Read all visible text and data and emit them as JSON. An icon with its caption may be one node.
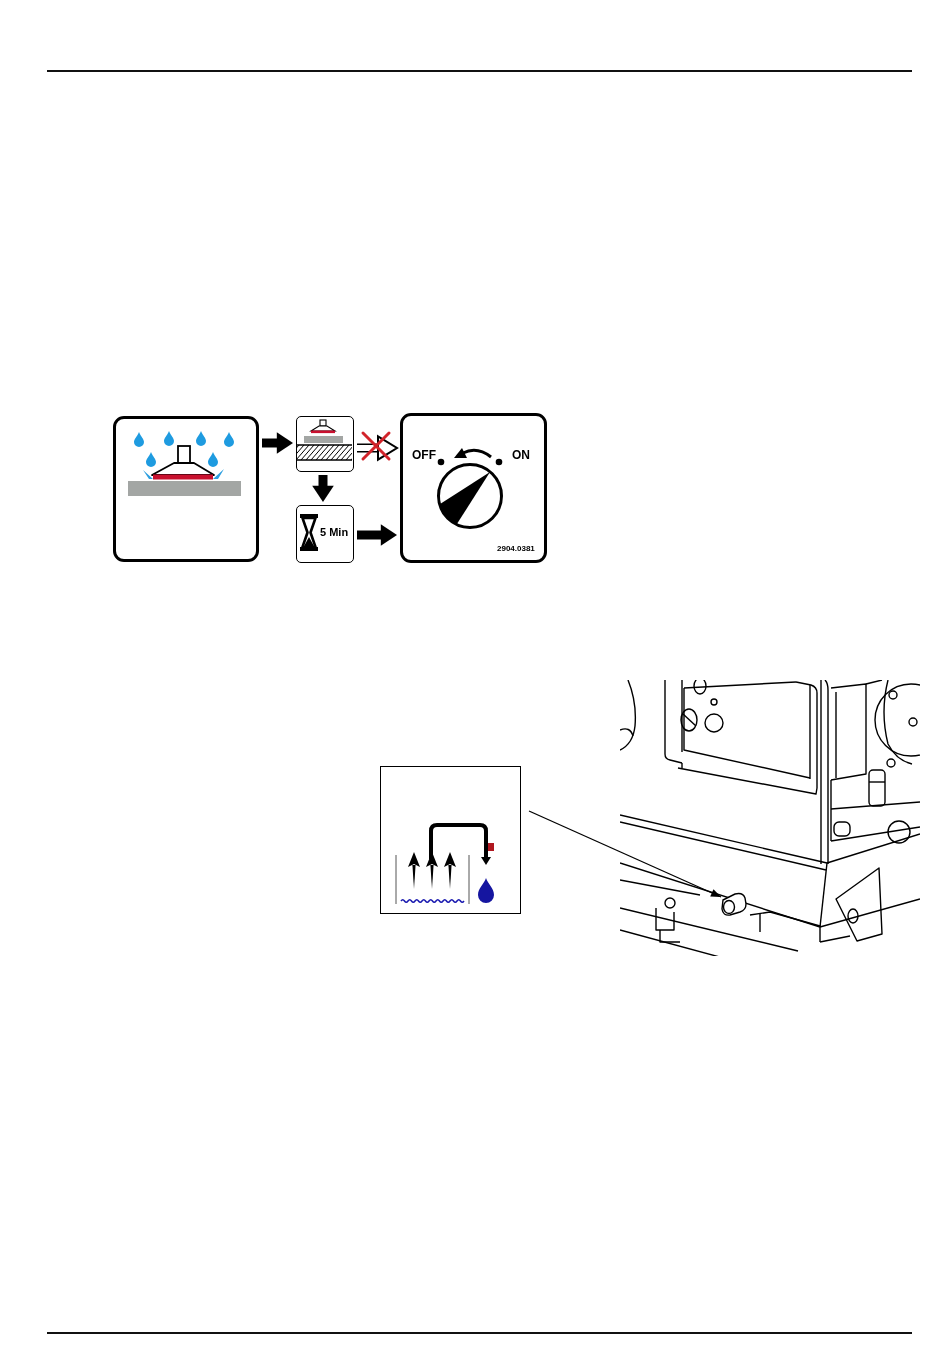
{
  "diagram": {
    "nodes": [
      {
        "text": [],
        "shape": "picture"
      },
      {
        "text": [],
        "shape": "picture"
      },
      {
        "text": [
          "OFF",
          "ON",
          "2904.0381"
        ]
      },
      {
        "text": [
          "5 Min"
        ]
      },
      {
        "text": [],
        "shape": "picture"
      },
      {
        "text": [],
        "shape": "picture"
      }
    ],
    "edges": [
      {
        "from": 0,
        "to": 1,
        "arrow": "to"
      },
      {
        "from": 1,
        "to": 2,
        "arrow": "to"
      },
      {
        "from": 1,
        "to": 3,
        "arrow": "to"
      },
      {
        "from": 3,
        "to": 2,
        "arrow": "to"
      },
      {
        "from": 4,
        "to": 5,
        "arrow": "to"
      }
    ]
  }
}
